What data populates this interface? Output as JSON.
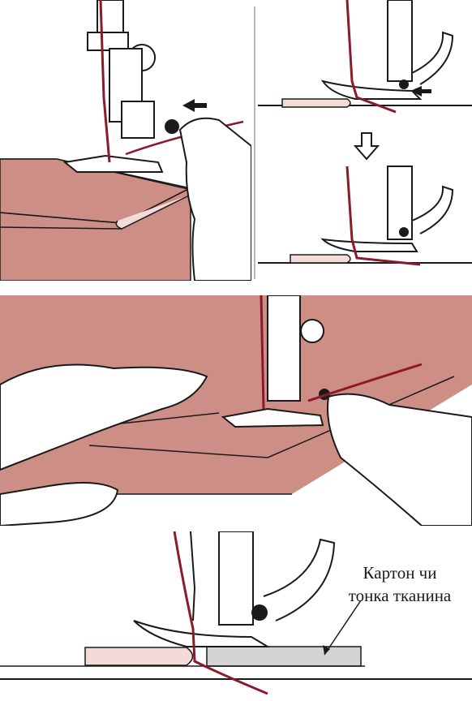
{
  "colors": {
    "fabric": "#cd8e86",
    "fabric_edge": "#b97a72",
    "thread": "#8b1a2c",
    "outline": "#1a1a1a",
    "cardboard": "#d4d4d4",
    "divider": "#b8b8b8"
  },
  "icons": {
    "push_arrow": "black-arrow",
    "step_arrow": "hollow-down-arrow"
  },
  "callout": {
    "line1": "Картон чи",
    "line2": "тонка тканина"
  }
}
